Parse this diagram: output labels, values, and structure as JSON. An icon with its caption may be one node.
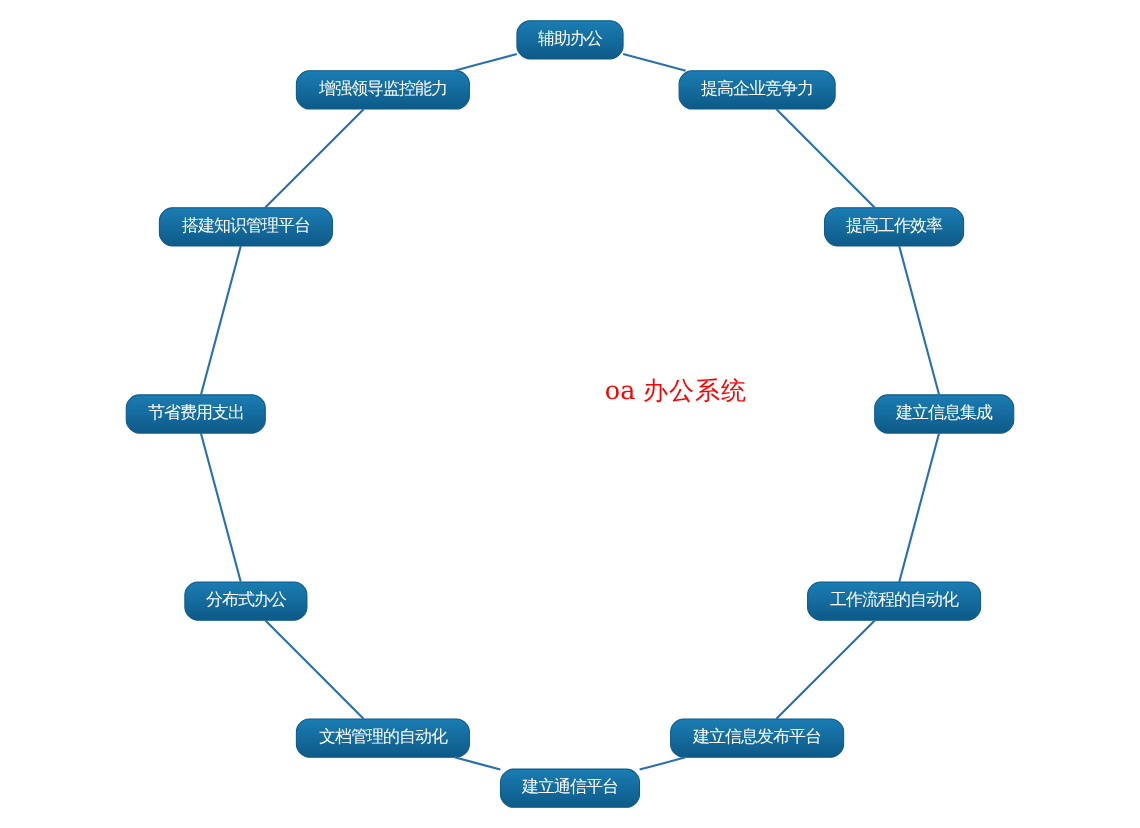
{
  "diagram": {
    "nodes": [
      {
        "text": [
          "工作流程的自动化"
        ]
      },
      {
        "text": [
          "建立信息发布平台"
        ]
      },
      {
        "text": [
          "建立通信平台"
        ]
      },
      {
        "text": [
          "文档管理的自动化"
        ]
      },
      {
        "text": [
          "分布式办公"
        ]
      },
      {
        "text": [
          "节省费用支出"
        ]
      },
      {
        "text": [
          "搭建知识管理平台"
        ]
      },
      {
        "text": [
          "增强领导监控能力"
        ]
      },
      {
        "text": [
          "辅助办公"
        ]
      },
      {
        "text": [
          "提高企业竞争力"
        ]
      },
      {
        "text": [
          "提高工作效率"
        ]
      },
      {
        "text": [
          "建立信息集成"
        ]
      }
    ],
    "edges": [
      {
        "from": 0,
        "to": 1,
        "arrow": "none"
      },
      {
        "from": 1,
        "to": 2,
        "arrow": "none"
      },
      {
        "from": 2,
        "to": 3,
        "arrow": "none"
      },
      {
        "from": 3,
        "to": 4,
        "arrow": "none"
      },
      {
        "from": 4,
        "to": 5,
        "arrow": "none"
      },
      {
        "from": 5,
        "to": 6,
        "arrow": "none"
      },
      {
        "from": 6,
        "to": 7,
        "arrow": "none"
      },
      {
        "from": 7,
        "to": 8,
        "arrow": "none"
      },
      {
        "from": 8,
        "to": 9,
        "arrow": "none"
      },
      {
        "from": 9,
        "to": 10,
        "arrow": "none"
      },
      {
        "from": 10,
        "to": 11,
        "arrow": "none"
      },
      {
        "from": 11,
        "to": 0,
        "arrow": "none"
      }
    ],
    "labels": [
      "oa 办公系统"
    ]
  }
}
